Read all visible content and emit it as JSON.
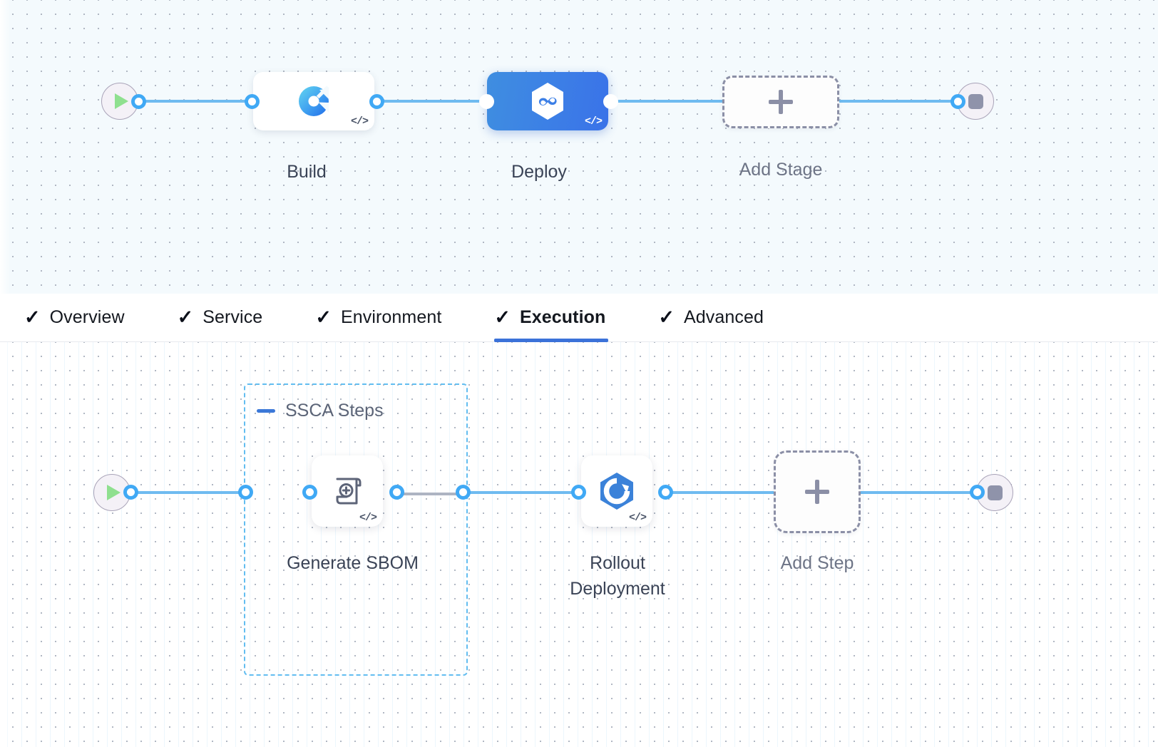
{
  "pipeline": {
    "stage_row": {
      "start_node": {
        "icon": "play-icon",
        "name": "start"
      },
      "end_node": {
        "icon": "stop-icon",
        "name": "end"
      },
      "stages": [
        {
          "label": "Build",
          "icon": "build-gradient-icon",
          "selected": false,
          "code_icon": "code-icon"
        },
        {
          "label": "Deploy",
          "icon": "harness-hexagon-infinity-icon",
          "selected": true,
          "code_icon": "code-icon"
        }
      ],
      "add_stage": {
        "label": "Add Stage",
        "icon": "plus-icon"
      }
    },
    "tabs": [
      {
        "label": "Overview",
        "check": "✓",
        "active": false
      },
      {
        "label": "Service",
        "check": "✓",
        "active": false
      },
      {
        "label": "Environment",
        "check": "✓",
        "active": false
      },
      {
        "label": "Execution",
        "check": "✓",
        "active": true
      },
      {
        "label": "Advanced",
        "check": "✓",
        "active": false
      }
    ],
    "step_row": {
      "start_node": {
        "icon": "play-icon",
        "name": "start"
      },
      "end_node": {
        "icon": "stop-icon",
        "name": "end"
      },
      "group": {
        "title": "SSCA Steps",
        "collapse_icon": "minus-icon"
      },
      "steps": [
        {
          "label": "Generate SBOM",
          "icon": "sbom-scroll-plus-icon",
          "code_icon": "code-icon",
          "in_group": true
        },
        {
          "label": "Rollout\nDeployment",
          "label_line1": "Rollout",
          "label_line2": "Deployment",
          "icon": "rollout-hexagon-arrow-icon",
          "code_icon": "code-icon",
          "in_group": false
        }
      ],
      "add_step": {
        "label": "Add Step",
        "icon": "plus-icon"
      }
    }
  },
  "colors": {
    "connector_blue": "#6fbbf0",
    "connector_dashed_gray": "#adb4c2",
    "selected_stage_blue": "#3c7fe6",
    "active_tab_underline": "#3b72d9",
    "group_border_blue": "#62bdf0",
    "canvas_top_bg": "#f4fafd",
    "canvas_bottom_bg": "#ffffff",
    "start_play_green": "#8fe08f",
    "stop_square_gray": "#8f93aa",
    "rollout_blue": "#3b82d9"
  },
  "code_icon_glyph": "</>"
}
